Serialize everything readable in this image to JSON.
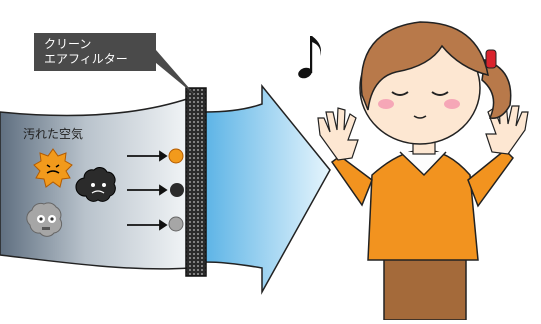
{
  "filter_label": {
    "line1": "クリーン",
    "line2": "エアフィルター"
  },
  "dirty_air_label": "汚れた空気",
  "icons": [
    "music-note-icon",
    "dust-particle-icon",
    "arrow-right-icon"
  ],
  "colors": {
    "airflow_dark": "#5f6f80",
    "airflow_light": "#eef2f5",
    "clean_arrow": "#7fc8ee",
    "shirt": "#f2931f",
    "hair": "#b8794a",
    "skin": "#fde7d2",
    "hair_tie": "#d9232d",
    "dust_orange": "#f29a1c",
    "dust_black": "#2b2b2b",
    "dust_gray": "#9a9a9a"
  }
}
